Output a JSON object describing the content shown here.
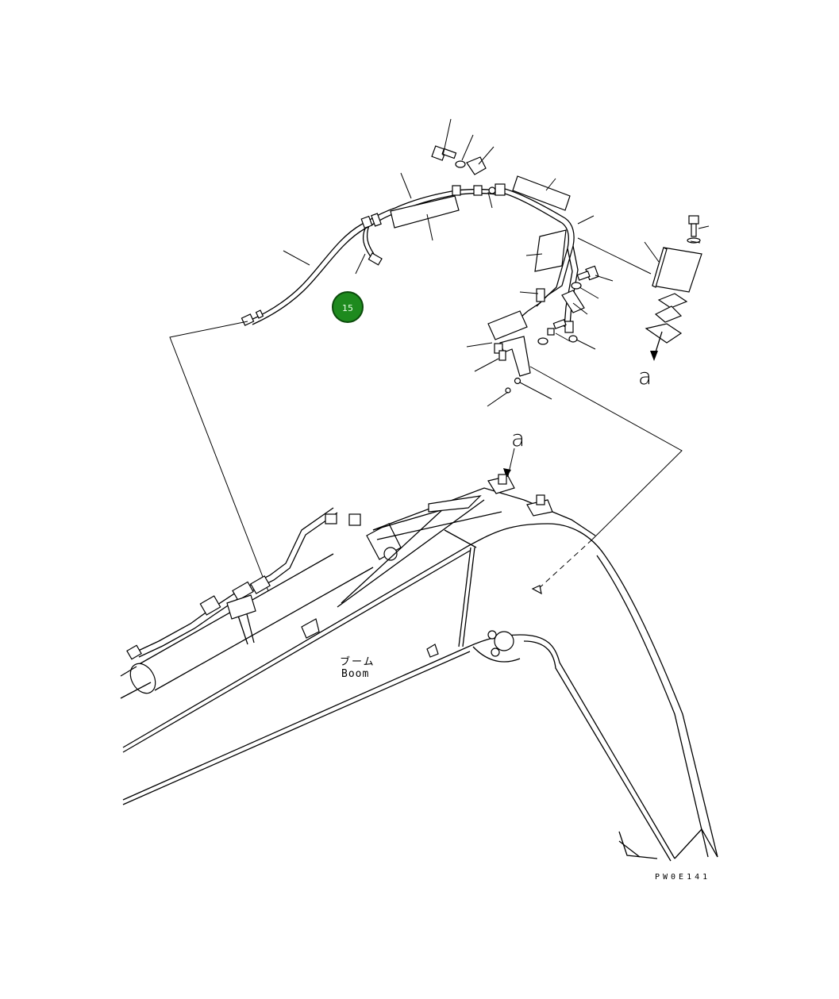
{
  "diagram": {
    "view_label_top": "a",
    "view_label_bottom": "a",
    "boom_label_jp": "ブーム",
    "boom_label_en": "Boom",
    "drawing_code": "PW0E141",
    "callout_number": "15"
  },
  "colors": {
    "callout_fill": "#1e8a1e",
    "line": "#000000",
    "background": "#ffffff"
  }
}
